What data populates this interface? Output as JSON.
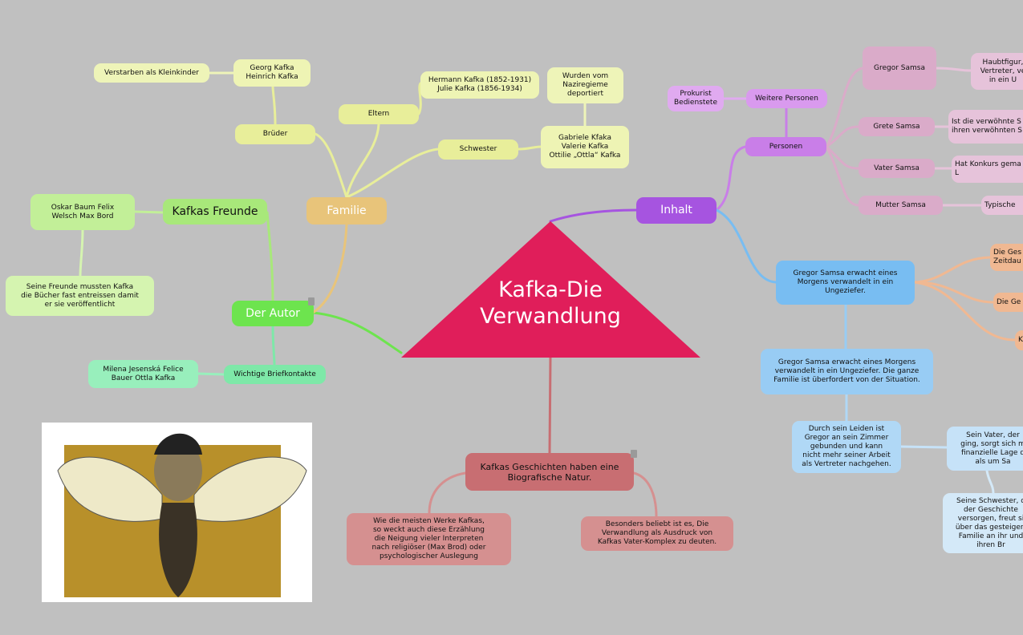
{
  "central": {
    "title": "Kafka-Die\nVerwandlung",
    "color": "#e01e5a"
  },
  "familie": {
    "label": "Familie",
    "brueder": "Brüder",
    "brueder_names": "Georg Kafka\nHeinrich Kafka",
    "brueder_note": "Verstarben als Kleinkinder",
    "eltern": "Eltern",
    "eltern_names": "Hermann Kafka (1852-1931)\nJulie Kafka (1856-1934)",
    "schwester": "Schwester",
    "schwester_names": "Gabriele Kfaka\nValerie Kafka\nOttilie „Ottla“ Kafka",
    "schwester_note": "Wurden vom\nNaziregieme\ndeportiert"
  },
  "autor": {
    "label": "Der Autor",
    "freunde": "Kafkas Freunde",
    "freunde_names": "Oskar Baum Felix\nWelsch Max Bord",
    "freunde_note": "Seine Freunde mussten Kafka\ndie Bücher fast entreissen damit\ner sie veröffentlicht",
    "brief": "Wichtige Briefkontakte",
    "brief_names": "Milena Jesenská Felice\nBauer Ottla Kafka"
  },
  "inhalt": {
    "label": "Inhalt",
    "personen": "Personen",
    "weitere": "Weitere Personen",
    "weitere_names": "Prokurist\nBedienstete",
    "gregor": "Gregor Samsa",
    "gregor_note": "Haubtfigur,\nVertreter, ve\nin ein U",
    "grete": "Grete Samsa",
    "grete_note": "Ist die verwöhnte S\nihren verwöhnten S",
    "vater": "Vater Samsa",
    "vater_note": "Hat Konkurs gema\nL",
    "mutter": "Mutter Samsa",
    "mutter_note": "Typische",
    "erwacht": "Gregor Samsa erwacht eines\nMorgens verwandelt in ein\nUngeziefer.",
    "orange1": "Die Ges\nZeitdau",
    "orange2": "Die Ge",
    "orange3": "K",
    "summary": "Gregor Samsa erwacht eines Morgens\nverwandelt in ein Ungeziefer. Die ganze\nFamilie ist überfordert von der Situation.",
    "leiden": "Durch sein Leiden ist\nGregor an sein Zimmer\ngebunden und kann\nnicht mehr seiner Arbeit\nals Vertreter nachgehen.",
    "vater_sorge": "Sein Vater, der\nging, sorgt sich m\nfinanzielle Lage d\nals um Sa",
    "schwester_sorge": "Seine Schwester, d\nder Geschichte\nversorgen, freut si\nüber das gesteigert\nFamilie an ihr und\nihren Br"
  },
  "geschichten": {
    "label": "Kafkas Geschichten haben eine\nBiografische Natur.",
    "left": "Wie die meisten Werke Kafkas,\nso weckt auch diese Erzählung\ndie Neigung vieler Interpreten\nnach religiöser (Max Brod) oder\npsychologischer Auslegung",
    "right": "Besonders beliebt ist es, Die\nVerwandlung als Ausdruck von\nKafkas Vater-Komplex zu deuten."
  }
}
